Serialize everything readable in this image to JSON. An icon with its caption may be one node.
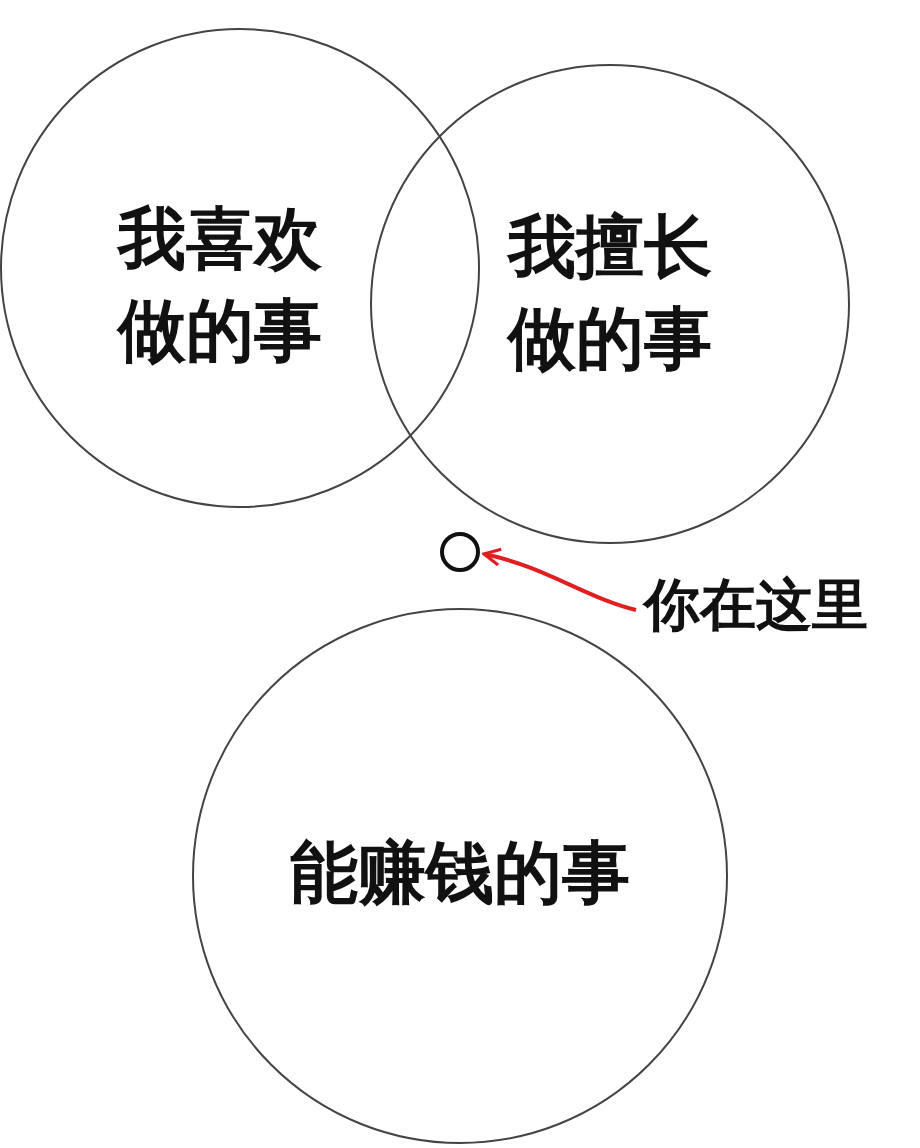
{
  "diagram": {
    "nodes": [
      {
        "text": [
          "我喜欢做的事"
        ]
      },
      {
        "text": [
          "我擅长做的事"
        ]
      },
      {
        "text": [],
        "shape": "circle"
      },
      {
        "text": [
          "你在这里"
        ]
      },
      {
        "text": [
          "能赚钱的事"
        ]
      }
    ],
    "edges": [
      {
        "from": 3,
        "to": 2,
        "arrow": "to",
        "color": "#e02020"
      }
    ]
  }
}
